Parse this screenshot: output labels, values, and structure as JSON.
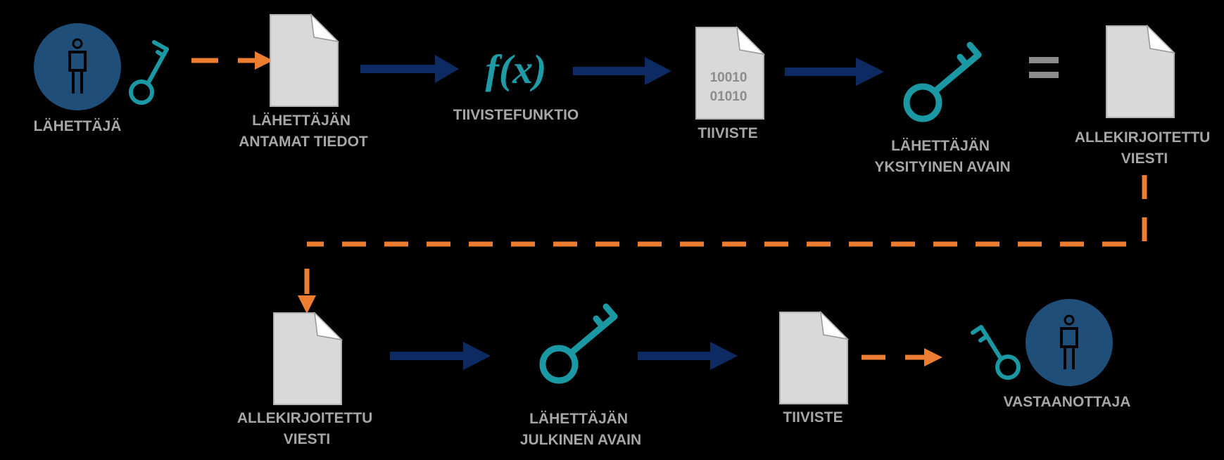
{
  "colors": {
    "background": "#000000",
    "person": "#1f4e79",
    "key": "#1a98a3",
    "dashed_arrow": "#ed7d31",
    "solid_arrow": "#0d2a63",
    "document": "#d9d9d9",
    "label": "#a6a6a6"
  },
  "icons": [
    "person-icon",
    "key-icon",
    "document-icon",
    "function-icon",
    "equals-icon"
  ],
  "labels": {
    "sender": "LÄHETTÄJÄ",
    "sender_data_1": "LÄHETTÄJÄN",
    "sender_data_2": "ANTAMAT TIEDOT",
    "hash_function": "TIIVISTEFUNKTIO",
    "hash_top": "TIIVISTE",
    "private_key_1": "LÄHETTÄJÄN",
    "private_key_2": "YKSITYINEN AVAIN",
    "signed_top_1": "ALLEKIRJOITETTU",
    "signed_top_2": "VIESTI",
    "signed_bottom_1": "ALLEKIRJOITETTU",
    "signed_bottom_2": "VIESTI",
    "public_key_1": "LÄHETTÄJÄN",
    "public_key_2": "JULKINEN AVAIN",
    "hash_bottom": "TIIVISTE",
    "receiver": "VASTAANOTTAJA"
  },
  "function_symbol": "f(x)",
  "hash_digits": {
    "line1": "10010",
    "line2": "01010"
  }
}
